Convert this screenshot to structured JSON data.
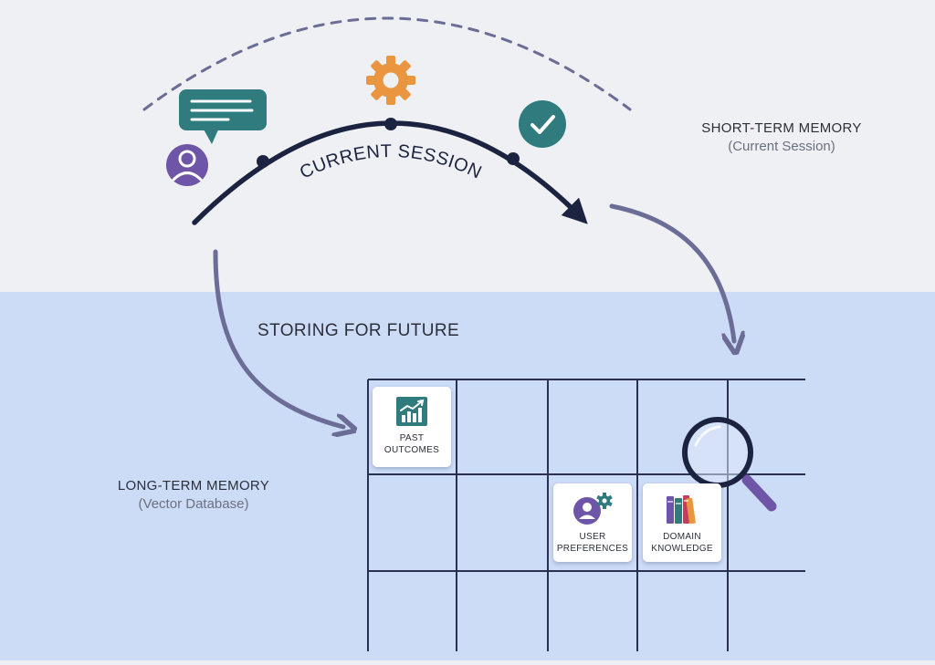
{
  "short_term": {
    "title": "SHORT-TERM MEMORY",
    "subtitle": "(Current Session)"
  },
  "long_term": {
    "title": "LONG-TERM MEMORY",
    "subtitle": "(Vector Database)"
  },
  "session_label": "CURRENT SESSION",
  "storing_label": "STORING FOR FUTURE",
  "cards": [
    {
      "label_line1": "PAST",
      "label_line2": "OUTCOMES",
      "icon": "chart-icon"
    },
    {
      "label_line1": "USER",
      "label_line2": "PREFERENCES",
      "icon": "user-gear-icon"
    },
    {
      "label_line1": "DOMAIN",
      "label_line2": "KNOWLEDGE",
      "icon": "books-icon"
    }
  ],
  "icons": [
    "chat-bubble-icon",
    "user-avatar-icon",
    "gear-icon",
    "checkmark-icon",
    "magnifier-icon"
  ],
  "colors": {
    "top_background": "#eef0f3",
    "bottom_background": "#ccdcf6",
    "navy": "#1c2340",
    "teal": "#2f7b7d",
    "orange": "#ea9640",
    "purple": "#6f55a8",
    "flow_arrow": "#6b6d97"
  }
}
